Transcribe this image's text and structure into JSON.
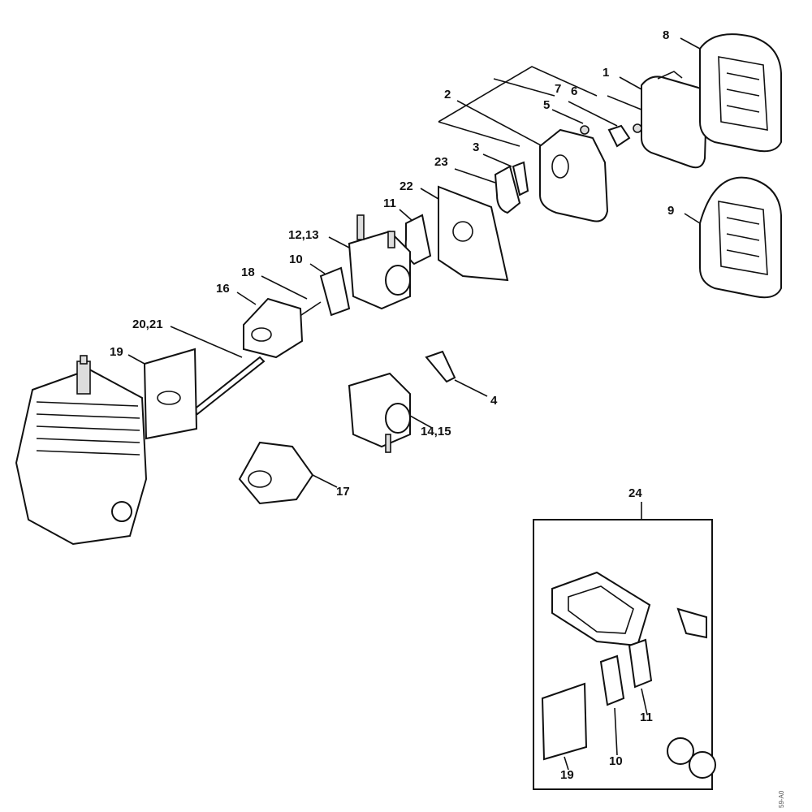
{
  "diagram": {
    "callouts": {
      "p1": "1",
      "p2": "2",
      "p3": "3",
      "p4": "4",
      "p5": "5",
      "p6": "6",
      "p7": "7",
      "p8": "8",
      "p9": "9",
      "p10": "10",
      "p11": "11",
      "p12_13": "12,13",
      "p14_15": "14,15",
      "p16": "16",
      "p17": "17",
      "p18": "18",
      "p19": "19",
      "p20_21": "20,21",
      "p22": "22",
      "p23": "23",
      "p24": "24"
    },
    "kit": {
      "label": "24",
      "callouts": {
        "p10": "10",
        "p11": "11",
        "p19": "19"
      }
    },
    "drawing_code": "59-A0"
  }
}
